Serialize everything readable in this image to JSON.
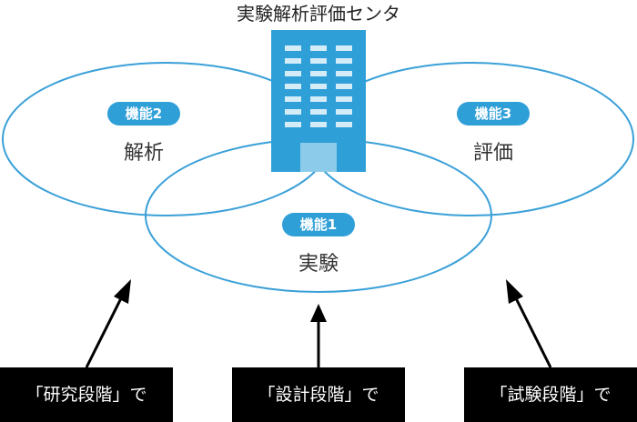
{
  "center": {
    "title": "実験解析評価センタ"
  },
  "functions": [
    {
      "badge": "機能1",
      "name": "実験"
    },
    {
      "badge": "機能2",
      "name": "解析"
    },
    {
      "badge": "機能3",
      "name": "評価"
    }
  ],
  "stages": [
    {
      "label": "「研究段階」で"
    },
    {
      "label": "「設計段階」で"
    },
    {
      "label": "「試験段階」で"
    }
  ],
  "colors": {
    "ellipse_stroke": "#3aa0d8",
    "badge_fill": "#2f9fd8",
    "building": "#2f9fd8",
    "building_window": "#d4ecf8",
    "building_door": "#8ccbea",
    "stage_box": "#000000",
    "arrow": "#000000"
  },
  "icons": {
    "building": "building-icon"
  }
}
